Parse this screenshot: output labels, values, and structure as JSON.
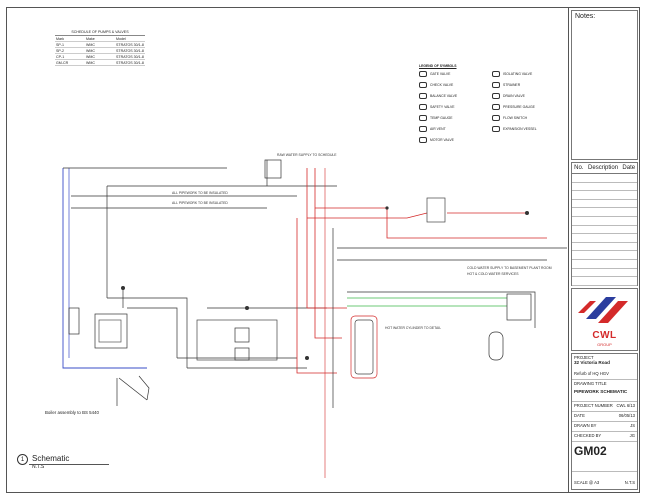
{
  "legend_table": {
    "title": "SCHEDULE OF PUMPS & VALVES",
    "headers": [
      "Mark",
      "Make",
      "Model"
    ],
    "rows": [
      [
        "SP-1",
        "WMC",
        "STRATOS 30/1-8"
      ],
      [
        "SP-2",
        "WMC",
        "STRATOS 30/1-8"
      ],
      [
        "CP-1",
        "WMC",
        "STRATOS 30/1-8"
      ],
      [
        "GM-CR",
        "WMC",
        "STRATOS 30/1-8"
      ]
    ]
  },
  "symbol_legend": {
    "title": "LEGEND OF SYMBOLS",
    "items": [
      "GATE VALVE",
      "ISOLATING VALVE",
      "CHECK VALVE",
      "STRAINER",
      "BALANCE VALVE",
      "DRAIN VALVE",
      "SAFETY VALVE",
      "PRESSURE GAUGE",
      "TEMP GAUGE",
      "FLOW SWITCH",
      "AIR VENT",
      "EXPANSION VESSEL",
      "MOTOR VALVE"
    ]
  },
  "notes": {
    "overhead": "RAW WATER SUPPLY TO SCHEDULE",
    "line1": "ALL PIPEWORK TO BE INSULATED",
    "line2": "ALL PIPEWORK TO BE INSULATED",
    "right": "COLD WATER SUPPLY TO BASEMENT PLANT ROOM",
    "right2": "HOT & COLD WATER SERVICES",
    "cylinder": "HOT WATER CYLINDER TO DETAIL"
  },
  "caption": "Boiler assembly to BS 5440",
  "schematic": {
    "number": "1",
    "name": "Schematic",
    "scale": "N.T.S"
  },
  "title_block": {
    "notes_label": "Notes:",
    "rev_headers": [
      "No.",
      "Description",
      "Date"
    ],
    "logo_name": "CWL",
    "logo_sub": "GROUP",
    "project_label": "PROJECT",
    "project_name": "32 Victoria Road",
    "project_sub": "Refurb of HQ HGV",
    "drawing_label": "DRAWING TITLE",
    "drawing_title": "PIPEWORK SCHEMATIC",
    "project_no_label": "PROJECT NUMBER",
    "project_no": "CWL 6/13",
    "date_label": "DATE",
    "date": "06/05/13",
    "drawn_label": "DRAWN BY",
    "drawn": "JS",
    "checked_label": "CHECKED BY",
    "checked": "JG",
    "dwg_no": "GM02",
    "scale_label": "SCALE @ A3",
    "scale": "N.T.S"
  }
}
